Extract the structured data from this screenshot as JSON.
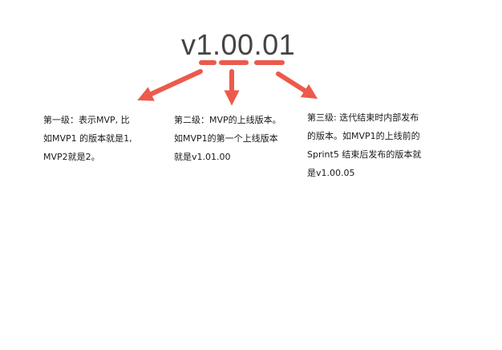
{
  "version_label": "v1.00.01",
  "annotations": [
    {
      "lines": [
        "第一级：表示MVP, 比",
        "如MVP1 的版本就是1,",
        "MVP2就是2。"
      ]
    },
    {
      "lines": [
        "第二级：MVP的上线版本。",
        "如MVP1的第一个上线版本",
        "就是v1.01.00"
      ]
    },
    {
      "lines": [
        "第三级: 迭代结束时内部发布",
        "的版本。如MVP1的上线前的",
        "Sprint5 结束后发布的版本就",
        "是v1.00.05"
      ]
    }
  ],
  "colors": {
    "arrow": "#ec5a4c",
    "version_text": "#444444",
    "text": "#1a1a1a"
  }
}
